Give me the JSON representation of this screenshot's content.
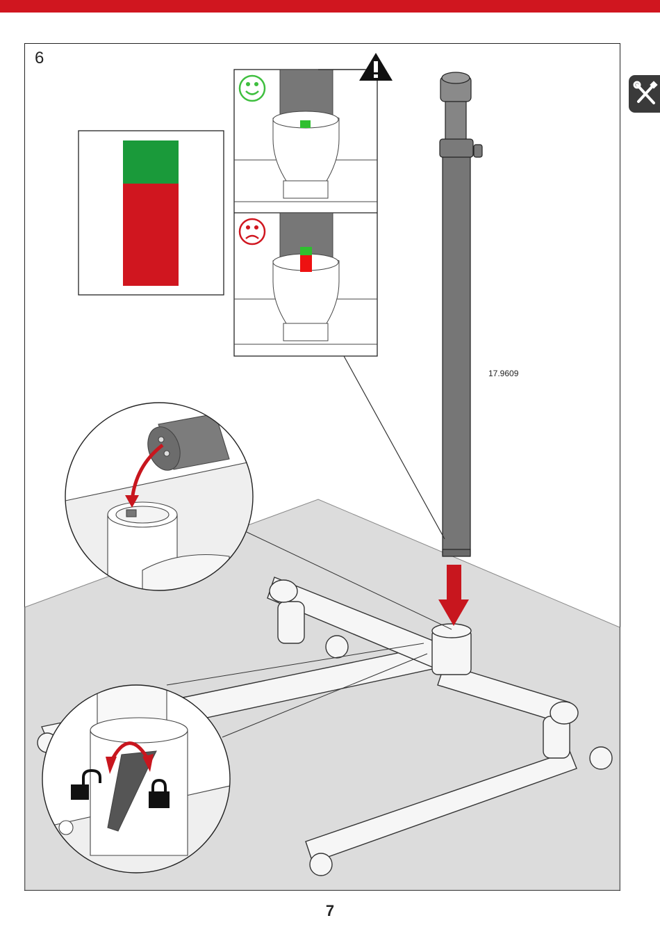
{
  "header": {
    "accent_color": "#d0161f"
  },
  "step": {
    "number": "6"
  },
  "part": {
    "number": "17.9609"
  },
  "page": {
    "number": "7"
  },
  "sidebar": {
    "icon": "tools-icon"
  },
  "indicator_legend": {
    "top_color": "#1a9a3a",
    "bottom_color": "#d0161f"
  },
  "checks": [
    {
      "state": "correct",
      "icon": "smiley-icon",
      "color": "#3fbf3f"
    },
    {
      "state": "incorrect",
      "icon": "sad-face-icon",
      "color": "#d0161f"
    }
  ],
  "warning": {
    "icon": "warning-icon"
  },
  "details": [
    {
      "name": "pin-alignment-detail"
    },
    {
      "name": "lock-lever-detail",
      "icons": [
        "unlock-icon",
        "lock-icon"
      ]
    }
  ]
}
